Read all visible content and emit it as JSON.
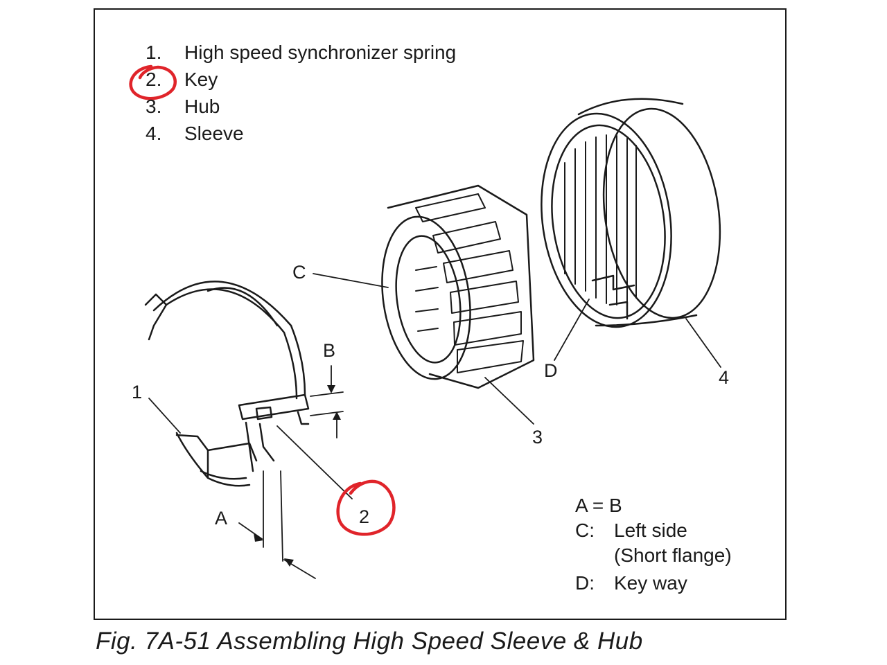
{
  "legend": {
    "items": [
      {
        "num": "1.",
        "text": "High speed synchronizer spring"
      },
      {
        "num": "2.",
        "text": "Key"
      },
      {
        "num": "3.",
        "text": "Hub"
      },
      {
        "num": "4.",
        "text": "Sleeve"
      }
    ]
  },
  "callouts": {
    "c": "C",
    "b": "B",
    "d": "D",
    "four": "4",
    "one": "1",
    "three": "3",
    "a": "A",
    "two": "2"
  },
  "notes": {
    "eq": "A = B",
    "c_key": "C:",
    "c_line1": "Left side",
    "c_line2": "(Short flange)",
    "d_key": "D:",
    "d_text": "Key way"
  },
  "caption": "Fig. 7A-51  Assembling High Speed Sleeve & Hub",
  "colors": {
    "ink": "#1a1a1a",
    "highlight": "#e0242a"
  }
}
